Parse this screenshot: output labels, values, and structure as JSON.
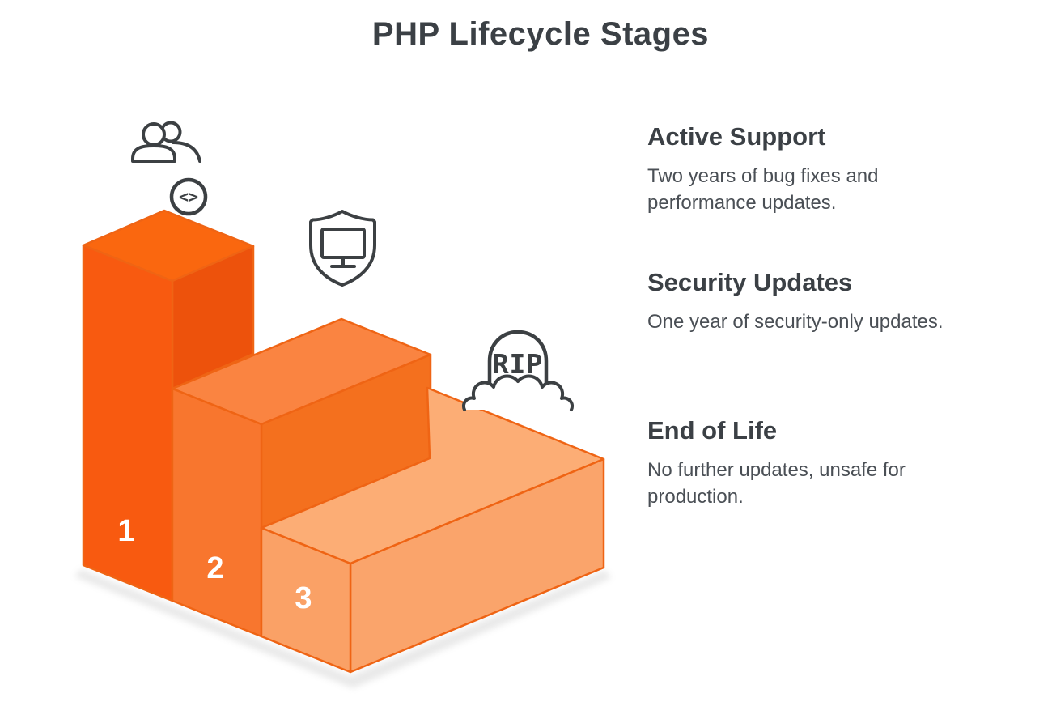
{
  "title": "PHP Lifecycle Stages",
  "stages": [
    {
      "number": "1",
      "label": "Active Support",
      "description": "Two years of bug fixes and performance updates.",
      "icon": "users-code-icon"
    },
    {
      "number": "2",
      "label": "Security Updates",
      "description": "One year of security-only updates.",
      "icon": "shield-monitor-icon"
    },
    {
      "number": "3",
      "label": "End of Life",
      "description": "No further updates, unsafe for production.",
      "icon": "rip-tombstone-icon"
    }
  ],
  "diagram": {
    "tombstone_text": "RIP",
    "code_glyph": "<>"
  },
  "colors": {
    "step1_front": "#F85A10",
    "step1_top": "#FA670F",
    "step1_side": "#ED520C",
    "step2_front": "#F8762E",
    "step2_top": "#FA8441",
    "step2_side": "#F4701E",
    "step3_front": "#FAA166",
    "step3_top": "#FCAD75",
    "step3_side": "#FAA46B",
    "outline": "#EF6414",
    "icon_stroke": "#3C4043",
    "heading_text": "#3B4045",
    "body_text": "#4A4F55",
    "number_text": "#FFFFFF"
  }
}
